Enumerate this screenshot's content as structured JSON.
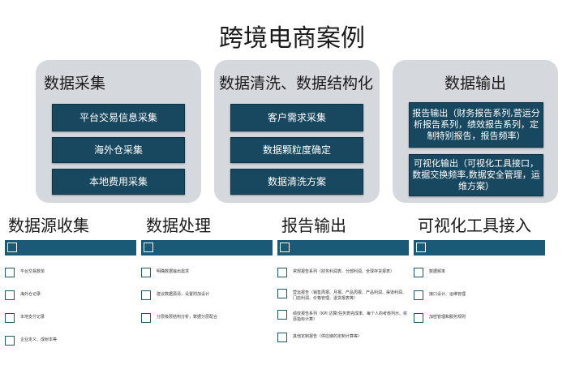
{
  "title": "跨境电商案例",
  "panels": [
    {
      "title": "数据采集",
      "boxes": [
        "平台交易信息采集",
        "海外仓采集",
        "本地费用采集"
      ]
    },
    {
      "title": "数据清洗、数据结构化",
      "boxes": [
        "客户需求采集",
        "数据颗粒度确定",
        "数据清洗方案"
      ]
    },
    {
      "title": "数据输出",
      "boxes": [
        "报告输出（财务报告系列,营运分析报告系列，绩效报告系列，定制特别报告，报告频率）",
        "可视化输出（可视化工具接口，数据交换频率,数据安全管理，运维方案）"
      ]
    }
  ],
  "columns": [
    {
      "title": "数据源收集",
      "items": [
        "平台交易数单",
        "海外仓记录",
        "本地支付记录",
        "企业定义、成射本等"
      ]
    },
    {
      "title": "数据处理",
      "items": [
        "明确数据输出需求",
        "建议数据源清，设置附加设计",
        "分层级层结构分析，数据分层配合"
      ]
    },
    {
      "title": "报告输出",
      "items": [
        "常规报告系列（财务利润表、分部利润、全球存货报表）",
        "营运报告（销售周报、月报、产品周报、产品利润、渠道利润、门店利润、价格管理、退货报表等）",
        "绩效报告系列（KPI 达算/任务表完成率、每个人的考核列示、奖惩指标计算）",
        "其他定制报告（供应链的定制计算等）"
      ]
    },
    {
      "title": "可视化工具接入",
      "items": [
        "数据频率",
        "接口设计、运维管理",
        "加密管理和服务规则"
      ]
    }
  ]
}
